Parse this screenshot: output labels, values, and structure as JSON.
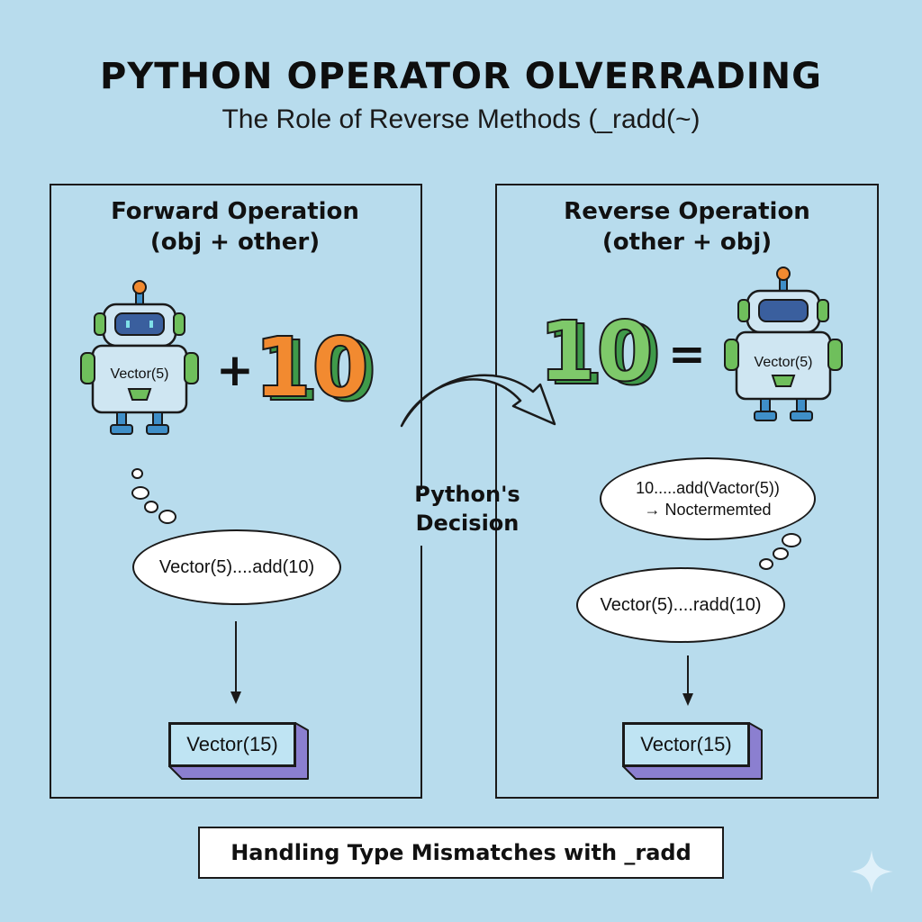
{
  "header": {
    "title": "PYTHON OPERATOR OLVERRADING",
    "subtitle": "The Role of Reverse Methods (_radd(~)"
  },
  "left_panel": {
    "heading": "Forward Operation",
    "subheading": "(obj + other)",
    "robot_label": "Vector(5)",
    "operator": "+",
    "number": "10",
    "bubble": "Vector(5)....add(10)",
    "result": "Vector(15)"
  },
  "center": {
    "decision_line1": "Python's",
    "decision_line2": "Decision"
  },
  "right_panel": {
    "heading": "Reverse Operation",
    "subheading": "(other + obj)",
    "number": "10",
    "operator": "=",
    "robot_label": "Vector(5)",
    "bubble_top_line1": "10.....add(Vactor(5))",
    "bubble_top_line2": "→ Noctermemted",
    "bubble": "Vector(5)....radd(10)",
    "result": "Vector(15)"
  },
  "footer": {
    "text": "Handling Type Mismatches with _radd"
  },
  "colors": {
    "background": "#b8dced",
    "robot_body": "#cfe6f2",
    "robot_accent_green": "#6fbf5c",
    "robot_accent_blue": "#3f8fc8",
    "antenna_orange": "#f28a30",
    "number_orange": "#f28a30",
    "number_green": "#6fbf5c",
    "result_side": "#8b7fd0"
  }
}
